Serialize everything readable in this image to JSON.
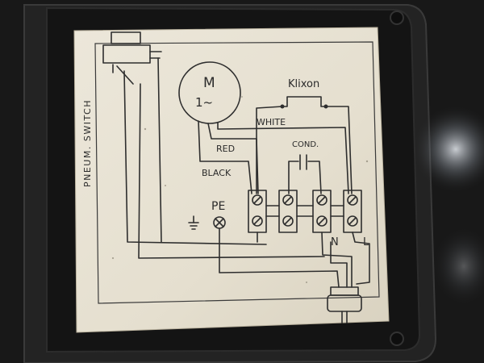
{
  "diagram": {
    "switch_label": "PNEUM. SWITCH",
    "motor_label_top": "M",
    "motor_label_bottom": "1~",
    "thermal_protector_label": "Klixon",
    "wire_white_label": "WHITE",
    "wire_red_label": "RED",
    "wire_black_label": "BLACK",
    "capacitor_label": "COND.",
    "ground_label": "PE",
    "neutral_label": "N",
    "line_label": "L"
  },
  "colors": {
    "panel": "#1a1a1a",
    "paper": "#e9e4d6",
    "ink": "#2e2e2e"
  }
}
